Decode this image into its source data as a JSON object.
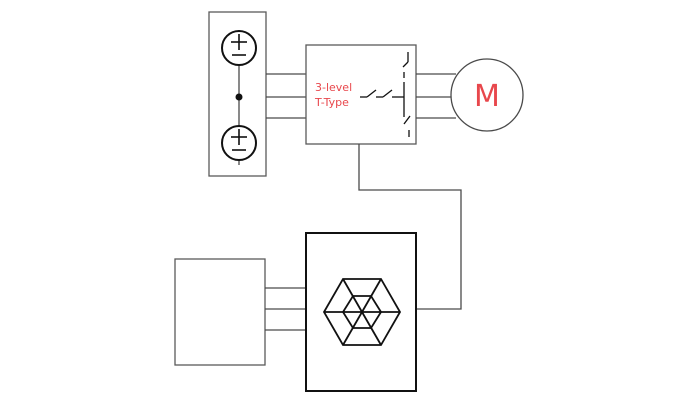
{
  "converter": {
    "line1": "3-level",
    "line2": "T-Type"
  },
  "motor": {
    "label": "M"
  },
  "colors": {
    "accent": "#e8474c",
    "line": "#4a4a4a",
    "box_heavy": "#111111"
  },
  "icons": {
    "dc_source": "battery-plus-minus-icon",
    "switch": "switch-icon",
    "hexagon": "hexagon-web-icon"
  }
}
